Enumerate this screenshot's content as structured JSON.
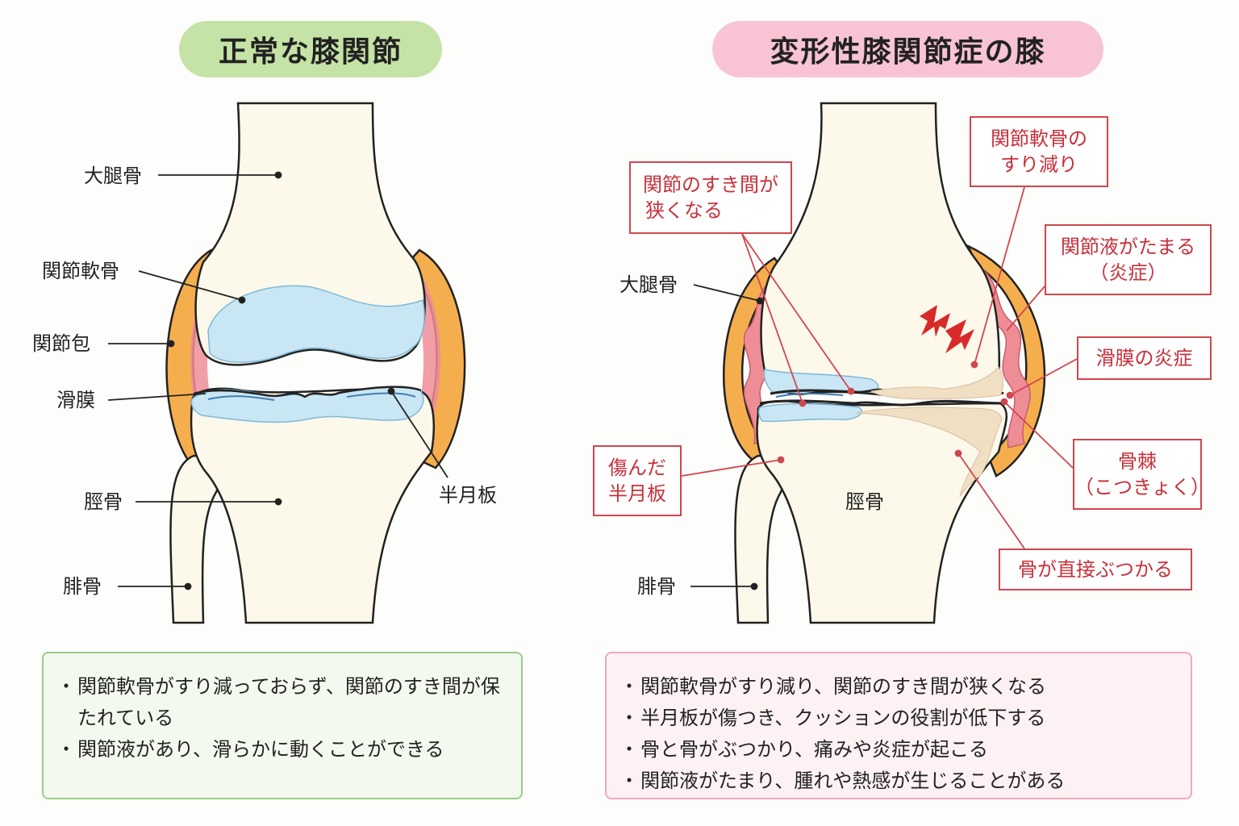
{
  "left": {
    "title": "正常な膝関節",
    "labels": {
      "femur": "大腿骨",
      "cartilage": "関節軟骨",
      "capsule": "関節包",
      "synovium": "滑膜",
      "tibia": "脛骨",
      "fibula": "腓骨",
      "meniscus": "半月板"
    },
    "notes": [
      "関節軟骨がすり減っておらず、関節のすき間が保たれている",
      "関節液があり、滑らかに動くことができる"
    ]
  },
  "right": {
    "title": "変形性膝関節症の膝",
    "labels": {
      "femur": "大腿骨",
      "tibia": "脛骨",
      "fibula": "腓骨"
    },
    "callouts": {
      "gap_narrow": [
        "関節のすき間が",
        "狭くなる"
      ],
      "cartilage_worn": [
        "関節軟骨の",
        "すり減り"
      ],
      "fluid": [
        "関節液がたまる",
        "（炎症）"
      ],
      "synovitis": [
        "滑膜の炎症"
      ],
      "osteophyte": [
        "骨棘",
        "（こつきょく）"
      ],
      "meniscus_damaged": [
        "傷んだ",
        "半月板"
      ],
      "bone_contact": [
        "骨が直接ぶつかる"
      ]
    },
    "notes": [
      "関節軟骨がすり減り、関節のすき間が狭くなる",
      "半月板が傷つき、クッションの役割が低下する",
      "骨と骨がぶつかり、痛みや炎症が起こる",
      "関節液がたまり、腫れや熱感が生じることがある"
    ]
  },
  "colors": {
    "bone": "#fcf8ea",
    "capsule": "#f5ae4d",
    "synovium": "#ef8d97",
    "cartilage": "#c9e6f5",
    "callout": "#d0464e",
    "pain": "#d92a2a"
  }
}
